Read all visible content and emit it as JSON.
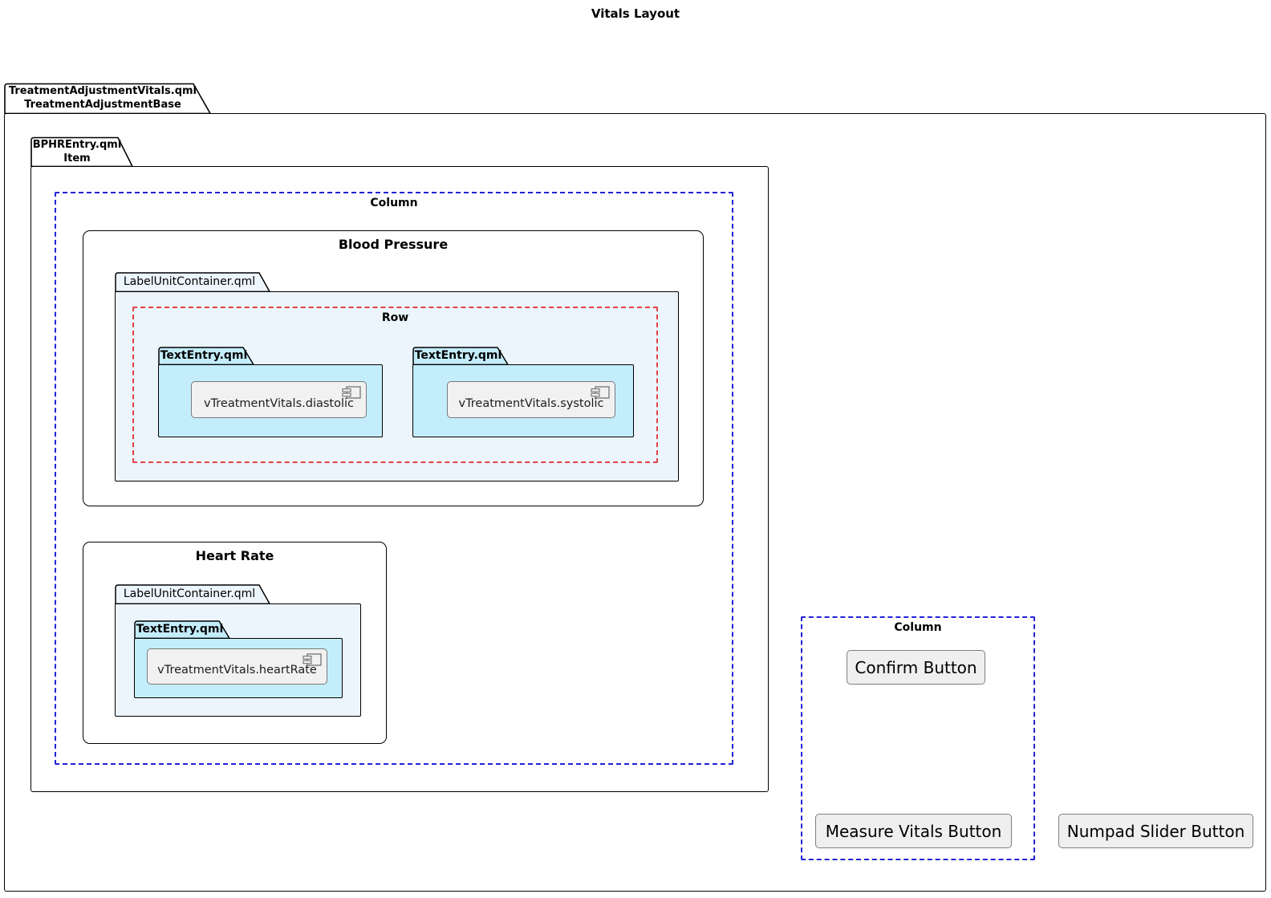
{
  "title": "Vitals Layout",
  "colors": {
    "column_dash": "#2323d6",
    "row_dash": "#e04343",
    "text_entry_folder_fill": "#c4edfb",
    "label_unit_container_fill": "#ecf5fc",
    "component_fill": "#f1f1f1",
    "component_border": "#7a7a7a",
    "button_fill": "#efefef",
    "outline": "#000000"
  },
  "outer_package": {
    "name": "TreatmentAdjustmentVitals.qml",
    "stereotype": "TreatmentAdjustmentBase"
  },
  "inner_package": {
    "name": "BPHREntry.qml",
    "stereotype": "Item"
  },
  "left_column": {
    "label": "Column",
    "blood_pressure": {
      "title": "Blood Pressure",
      "container": {
        "label": "LabelUnitContainer.qml",
        "row": {
          "label": "Row",
          "entries": [
            {
              "folder": "TextEntry.qml",
              "component": "vTreatmentVitals.diastolic"
            },
            {
              "folder": "TextEntry.qml",
              "component": "vTreatmentVitals.systolic"
            }
          ]
        }
      }
    },
    "heart_rate": {
      "title": "Heart Rate",
      "container": {
        "label": "LabelUnitContainer.qml",
        "entry": {
          "folder": "TextEntry.qml",
          "component": "vTreatmentVitals.heartRate"
        }
      }
    }
  },
  "right_column": {
    "label": "Column",
    "confirm_button": "Confirm Button",
    "measure_vitals_button": "Measure Vitals Button"
  },
  "numpad_slider_button": "Numpad Slider Button"
}
